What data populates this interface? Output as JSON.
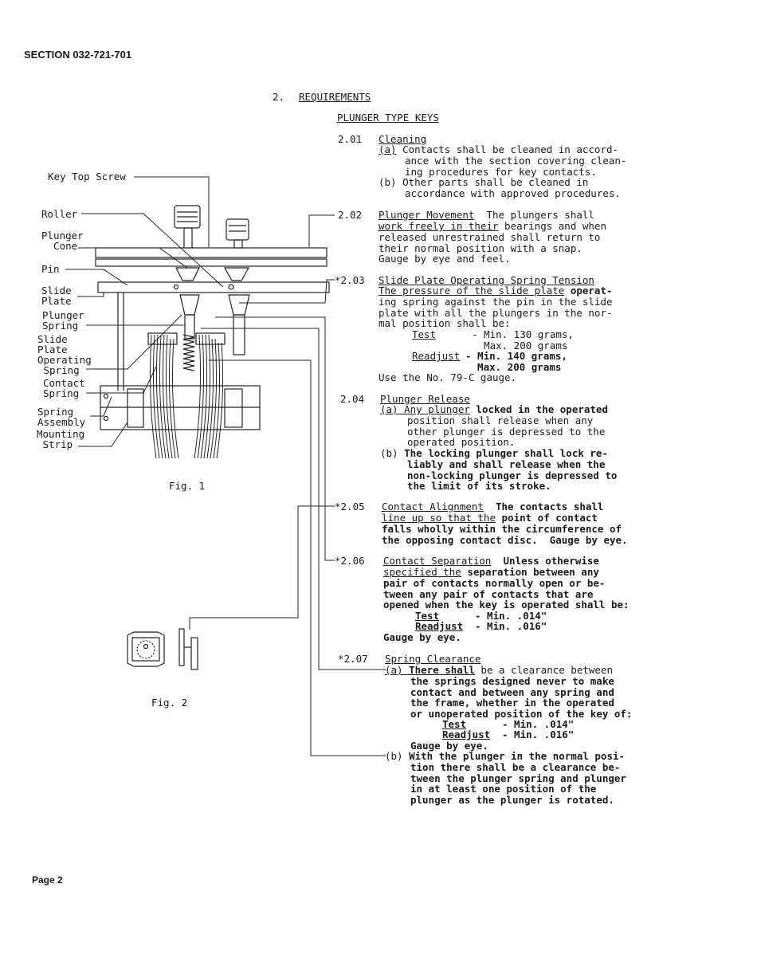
{
  "header": {
    "section": "SECTION 032-721-701"
  },
  "main": {
    "heading_num": "2.",
    "heading": "REQUIREMENTS",
    "subheading": "PLUNGER TYPE KEYS"
  },
  "fig1": {
    "caption": "Fig. 1",
    "labels": {
      "key_top_screw": "Key Top Screw",
      "roller": "Roller",
      "plunger_cone": "Plunger\n  Cone",
      "pin": "Pin",
      "slide_plate": "Slide\nPlate",
      "plunger_spring": "Plunger\nSpring",
      "sp_operating_spring": "Slide\nPlate\nOperating\n Spring",
      "contact_spring": "Contact\nSpring",
      "spring_assembly": "Spring\nAssembly",
      "mounting_strip": "Mounting\n Strip"
    }
  },
  "fig2": {
    "caption": "Fig. 2"
  },
  "req": {
    "r201": {
      "num": "2.01",
      "title": "Cleaning",
      "a_mark": "(a)",
      "a_first": " Contacts shall be cleaned in accord-",
      "a_rest": "ance with the section covering clean-\ning procedures for key contacts.",
      "b_mark": "(b)",
      "b_first": " Other parts shall be cleaned in",
      "b_rest": "accordance with approved procedures."
    },
    "r202": {
      "num": "2.02",
      "title": "Plunger Movement",
      "first": "  The plungers shall",
      "line2_u": "work freely in their",
      "line2_rest": " bearings and when",
      "rest": "released unrestrained shall return to\ntheir normal position with a snap.\nGauge by eye and feel."
    },
    "r203": {
      "num": "*2.03",
      "title": "Slide Plate Operating Spring Tension",
      "line2_u": "The pressure of the slide plate",
      "line2_rest": " operat-",
      "rest": "ing spring against the pin in the slide\nplate with all the plungers in the nor-\nmal position shall be:",
      "test_label": "Test",
      "test_value": "- Min. 130 grams,\n  Max. 200 grams",
      "readjust_label": "Readjust",
      "readjust_value": "- Min. 140 grams,\n  Max. 200 grams",
      "gauge": "Use the No. 79-C gauge."
    },
    "r204": {
      "num": "2.04",
      "title": "Plunger Release",
      "a_mark": "(a)",
      "a_first_u": " Any plunger",
      "a_first_rest": " locked in the operated",
      "a_rest": "position shall release when any\nother plunger is depressed to the\noperated position.",
      "b_mark": "(b)",
      "b_first": " The locking plunger shall lock re-",
      "b_rest": "liably and shall release when the\nnon-locking plunger is depressed to\nthe limit of its stroke."
    },
    "r205": {
      "num": "*2.05",
      "title": "Contact Alignment",
      "first": "  The contacts shall",
      "line2_u": "line up so that the",
      "line2_rest": " point of contact",
      "rest": "falls wholly within the circumference of\nthe opposing contact disc.  Gauge by eye."
    },
    "r206": {
      "num": "*2.06",
      "title": "Contact Separation",
      "first": "  Unless otherwise",
      "line2_u": "specified the",
      "line2_rest": " separation between any",
      "rest": "pair of contacts normally open or be-\ntween any pair of contacts that are\nopened when the key is operated shall be:",
      "test_label": "Test",
      "test_value": "- Min. .014\"",
      "readjust_label": "Readjust",
      "readjust_value": "- Min. .016\"",
      "gauge": "Gauge by eye."
    },
    "r207": {
      "num": "*2.07",
      "title": "Spring Clearance",
      "a_mark": "(a)",
      "a_first_u": " There shall",
      "a_first_rest": " be a clearance between",
      "a_rest": "the springs designed never to make\ncontact and between any spring and\nthe frame, whether in the operated\nor unoperated position of the key of:",
      "test_label": "Test",
      "test_value": "- Min. .014\"",
      "readjust_label": "Readjust",
      "readjust_value": "- Min. .016\"",
      "gauge": "Gauge by eye.",
      "b_mark": "(b)",
      "b_first": " With the plunger in the normal posi-",
      "b_rest": "tion there shall be a clearance be-\ntween the plunger spring and plunger\nin at least one position of the\nplunger as the plunger is rotated."
    }
  },
  "footer": {
    "page": "Page 2"
  }
}
